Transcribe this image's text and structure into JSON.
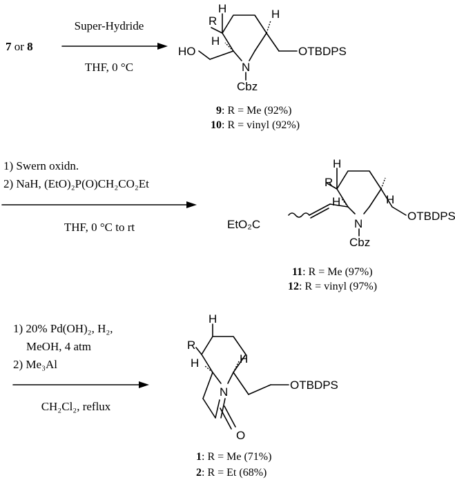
{
  "step1": {
    "reactant": "7 or 8",
    "reactant_label_a": "7",
    "reactant_label_or": " or ",
    "reactant_label_b": "8",
    "reagent": "Super-Hydride",
    "conditions": "THF, 0 °C",
    "product_labels": [
      "9",
      "10"
    ],
    "product_lines": [
      ": R = Me   (92%)",
      ": R = vinyl (92%)"
    ]
  },
  "step2": {
    "reagent_line1": "1) Swern oxidn.",
    "reagent_line2": "2) NaH, (EtO)₂P(O)CH₂CO₂Et",
    "conditions": "THF, 0 °C to rt",
    "product_labels": [
      "11",
      "12"
    ],
    "product_lines": [
      ": R = Me   (97%)",
      ": R = vinyl (97%)"
    ]
  },
  "step3": {
    "reagent_line1": "1) 20% Pd(OH)₂, H₂,",
    "reagent_line2": "MeOH, 4 atm",
    "reagent_line3": "2) Me₃Al",
    "conditions": "CH₂Cl₂, reflux",
    "product_labels": [
      "1",
      "2"
    ],
    "product_lines": [
      ": R = Me (71%)",
      ": R = Et  (68%)"
    ]
  },
  "atoms": {
    "R": "R",
    "H": "H",
    "N": "N",
    "O": "O",
    "HO": "HO",
    "OTBDPS": "OTBDPS",
    "Cbz": "Cbz",
    "EtO2C": "EtO₂C"
  }
}
